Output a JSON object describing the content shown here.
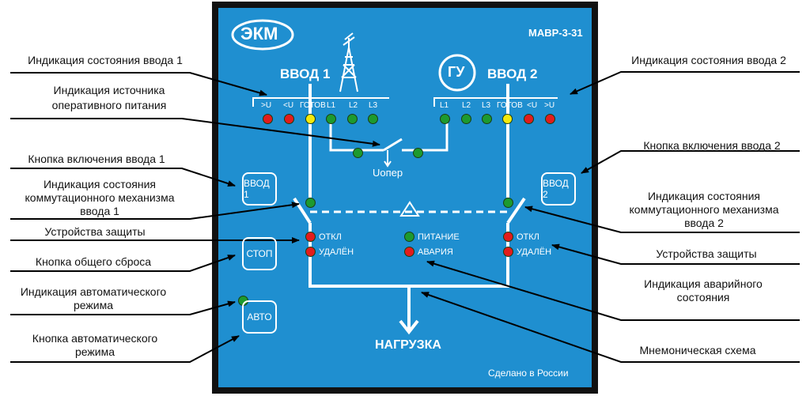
{
  "colors": {
    "panel": "#1f8fd0",
    "frame": "#111111",
    "led_red": "#e21c1c",
    "led_green": "#1d9a2f",
    "led_yellow": "#f4e90c"
  },
  "panel": {
    "logo": "ЭКМ",
    "model": "МАВР-3-31",
    "input1": "ВВОД 1",
    "input2": "ВВОД 2",
    "gu": "ГУ",
    "uoper": "Uопер",
    "load": "НАГРУЗКА",
    "made_in": "Сделано в России",
    "input1_leds": [
      "&gt;U",
      "&lt;U",
      "ГОТОВ",
      "L1",
      "L2",
      "L3"
    ],
    "input2_leds": [
      "L1",
      "L2",
      "L3",
      "ГОТОВ",
      "&lt;U",
      "&gt;U"
    ],
    "left_prot_off": "ОТКЛ",
    "left_prot_remote": "УДАЛЁН",
    "right_prot_off": "ОТКЛ",
    "right_prot_remote": "УДАЛЁН",
    "power": "ПИТАНИЕ",
    "alarm": "АВАРИЯ",
    "buttons": {
      "input1": "ВВОД 1",
      "input2": "ВВОД 2",
      "stop": "СТОП",
      "auto": "АВТО"
    }
  },
  "callouts": {
    "in1_state": "Индикация состояния ввода 1",
    "aux_source_1": "Индикация источника",
    "aux_source_2": "оперативного питания",
    "in1_button": "Кнопка включения ввода 1",
    "mech1_1": "Индикация состояния",
    "mech1_2": "коммутационного механизма",
    "mech1_3": "ввода 1",
    "prot_left": "Устройства защиты",
    "reset": "Кнопка общего сброса",
    "auto_ind_1": "Индикация автоматического",
    "auto_ind_2": "режима",
    "auto_btn_1": "Кнопка автоматического",
    "auto_btn_2": "режима",
    "in2_state": "Индикация состояния ввода 2",
    "in2_button": "Кнопка включения ввода 2",
    "mech2_1": "Индикация состояния",
    "mech2_2": "коммутационного механизма",
    "mech2_3": "ввода  2",
    "prot_right": "Устройства защиты",
    "alarm_1": "Индикация аварийного",
    "alarm_2": "состояния",
    "mnemonic": "Мнемоническая схема"
  }
}
